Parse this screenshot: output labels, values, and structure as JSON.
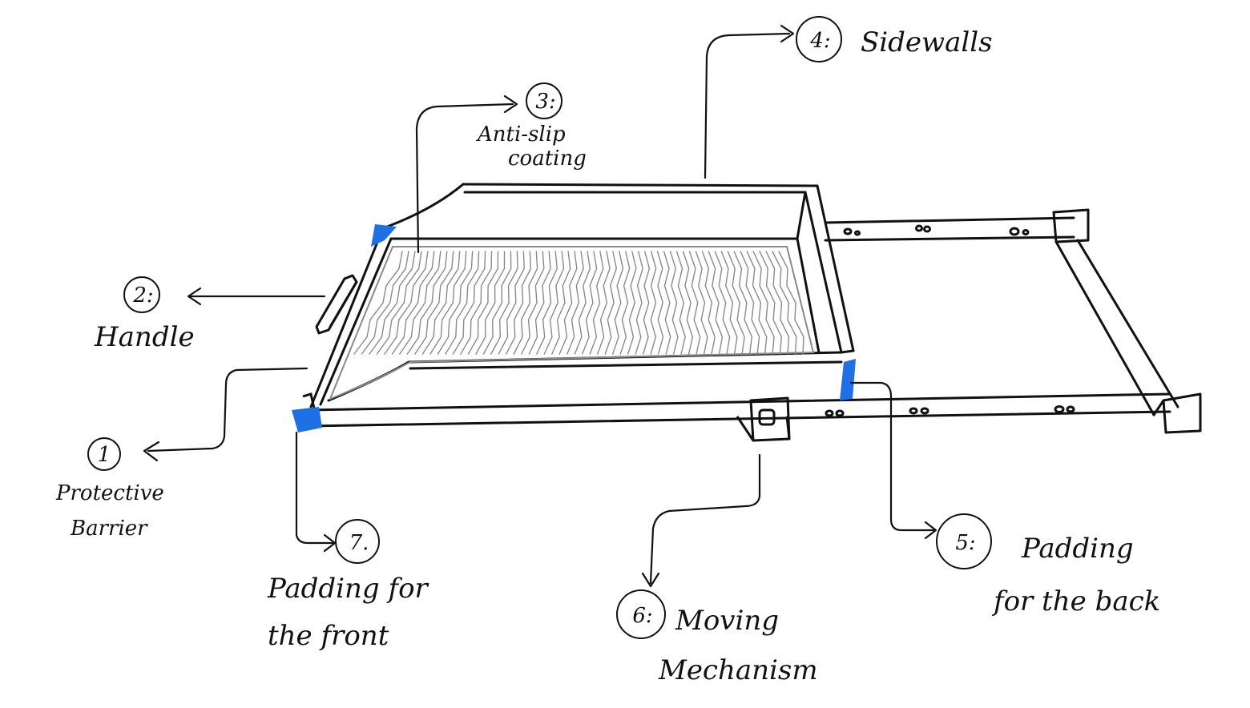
{
  "diagram": {
    "callouts": [
      {
        "id": "c1",
        "number": "1",
        "lines": [
          "Protective",
          "Barrier"
        ]
      },
      {
        "id": "c2",
        "number": "2:",
        "lines": [
          "Handle"
        ]
      },
      {
        "id": "c3",
        "number": "3:",
        "lines": [
          "Anti-slip",
          "coating"
        ]
      },
      {
        "id": "c4",
        "number": "4:",
        "lines": [
          "Sidewalls"
        ]
      },
      {
        "id": "c5",
        "number": "5:",
        "lines": [
          "Padding",
          "for the back"
        ]
      },
      {
        "id": "c6",
        "number": "6:",
        "lines": [
          "Moving",
          "Mechanism"
        ]
      },
      {
        "id": "c7",
        "number": "7.",
        "lines": [
          "Padding for",
          "the front"
        ]
      }
    ],
    "colors": {
      "ink": "#111111",
      "padding": "#1f6fe5",
      "coating": "#8a8a8a"
    }
  }
}
